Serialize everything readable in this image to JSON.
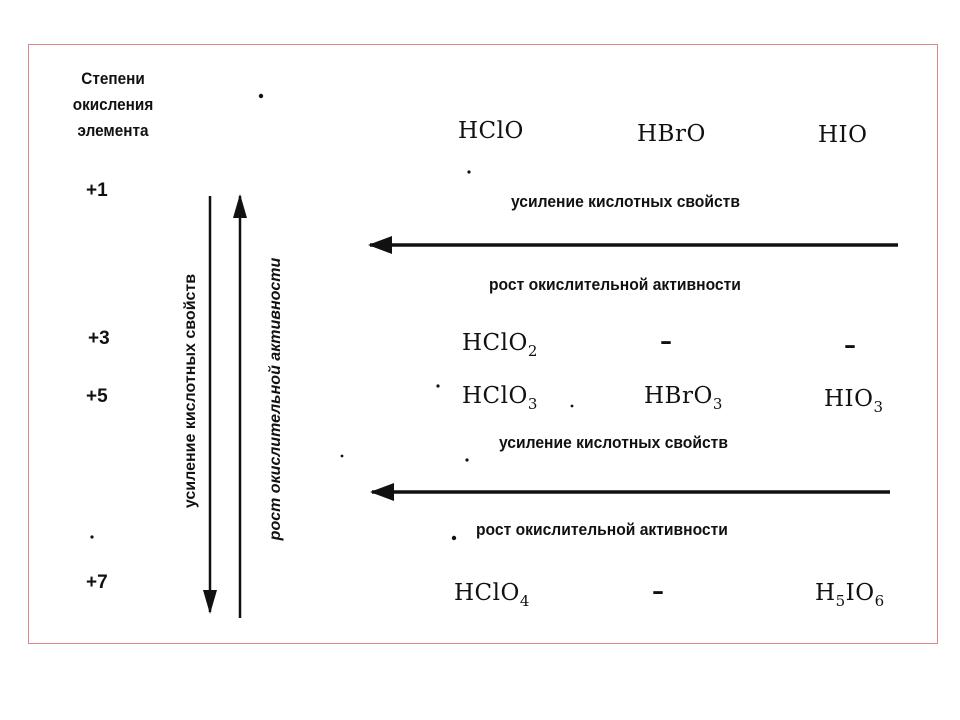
{
  "heading": {
    "line1": "Степени",
    "line2": "окисления",
    "line3": "элемента"
  },
  "states": [
    "+1",
    "+3",
    "+5",
    "+7"
  ],
  "rows": {
    "r1": [
      "HClO",
      "HBrO",
      "HIO"
    ],
    "r3": {
      "a": "HClO",
      "a_sub": "2",
      "b": "–",
      "c": "–"
    },
    "r5": {
      "a": "HClO",
      "a_sub": "3",
      "b": "HBrO",
      "b_sub": "3",
      "c": "HIO",
      "c_sub": "3"
    },
    "r7": {
      "a": "HClO",
      "a_sub": "4",
      "b": "–",
      "c1": "H",
      "c1_sub": "5",
      "c2": "IO",
      "c2_sub": "6"
    }
  },
  "labels": {
    "acid_increase": "усиление кислотных свойств",
    "oxid_increase": "рост окислительной активности",
    "oxid_increase_italic": "рост окислительной активности"
  },
  "colors": {
    "frame": "#d9888c",
    "ink": "#111111"
  }
}
